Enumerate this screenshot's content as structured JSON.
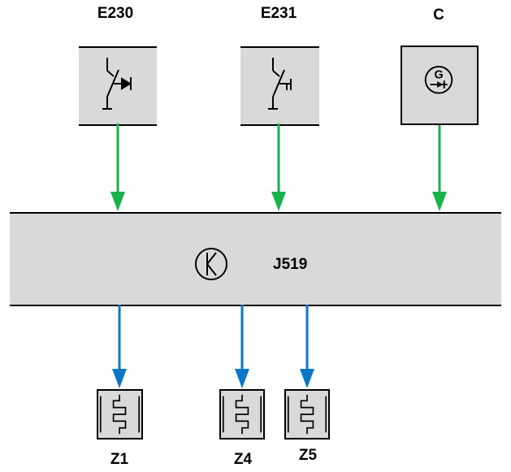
{
  "components": {
    "e230": {
      "label": "E230"
    },
    "e231": {
      "label": "E231"
    },
    "c": {
      "label": "C",
      "symbol_letter": "G"
    },
    "j519": {
      "label": "J519"
    },
    "z1": {
      "label": "Z1"
    },
    "z4": {
      "label": "Z4"
    },
    "z5": {
      "label": "Z5"
    }
  },
  "colors": {
    "input_wire": "#19b14a",
    "output_wire": "#0a76c7",
    "component_fill": "#d9d9d9",
    "outline": "#000000"
  }
}
